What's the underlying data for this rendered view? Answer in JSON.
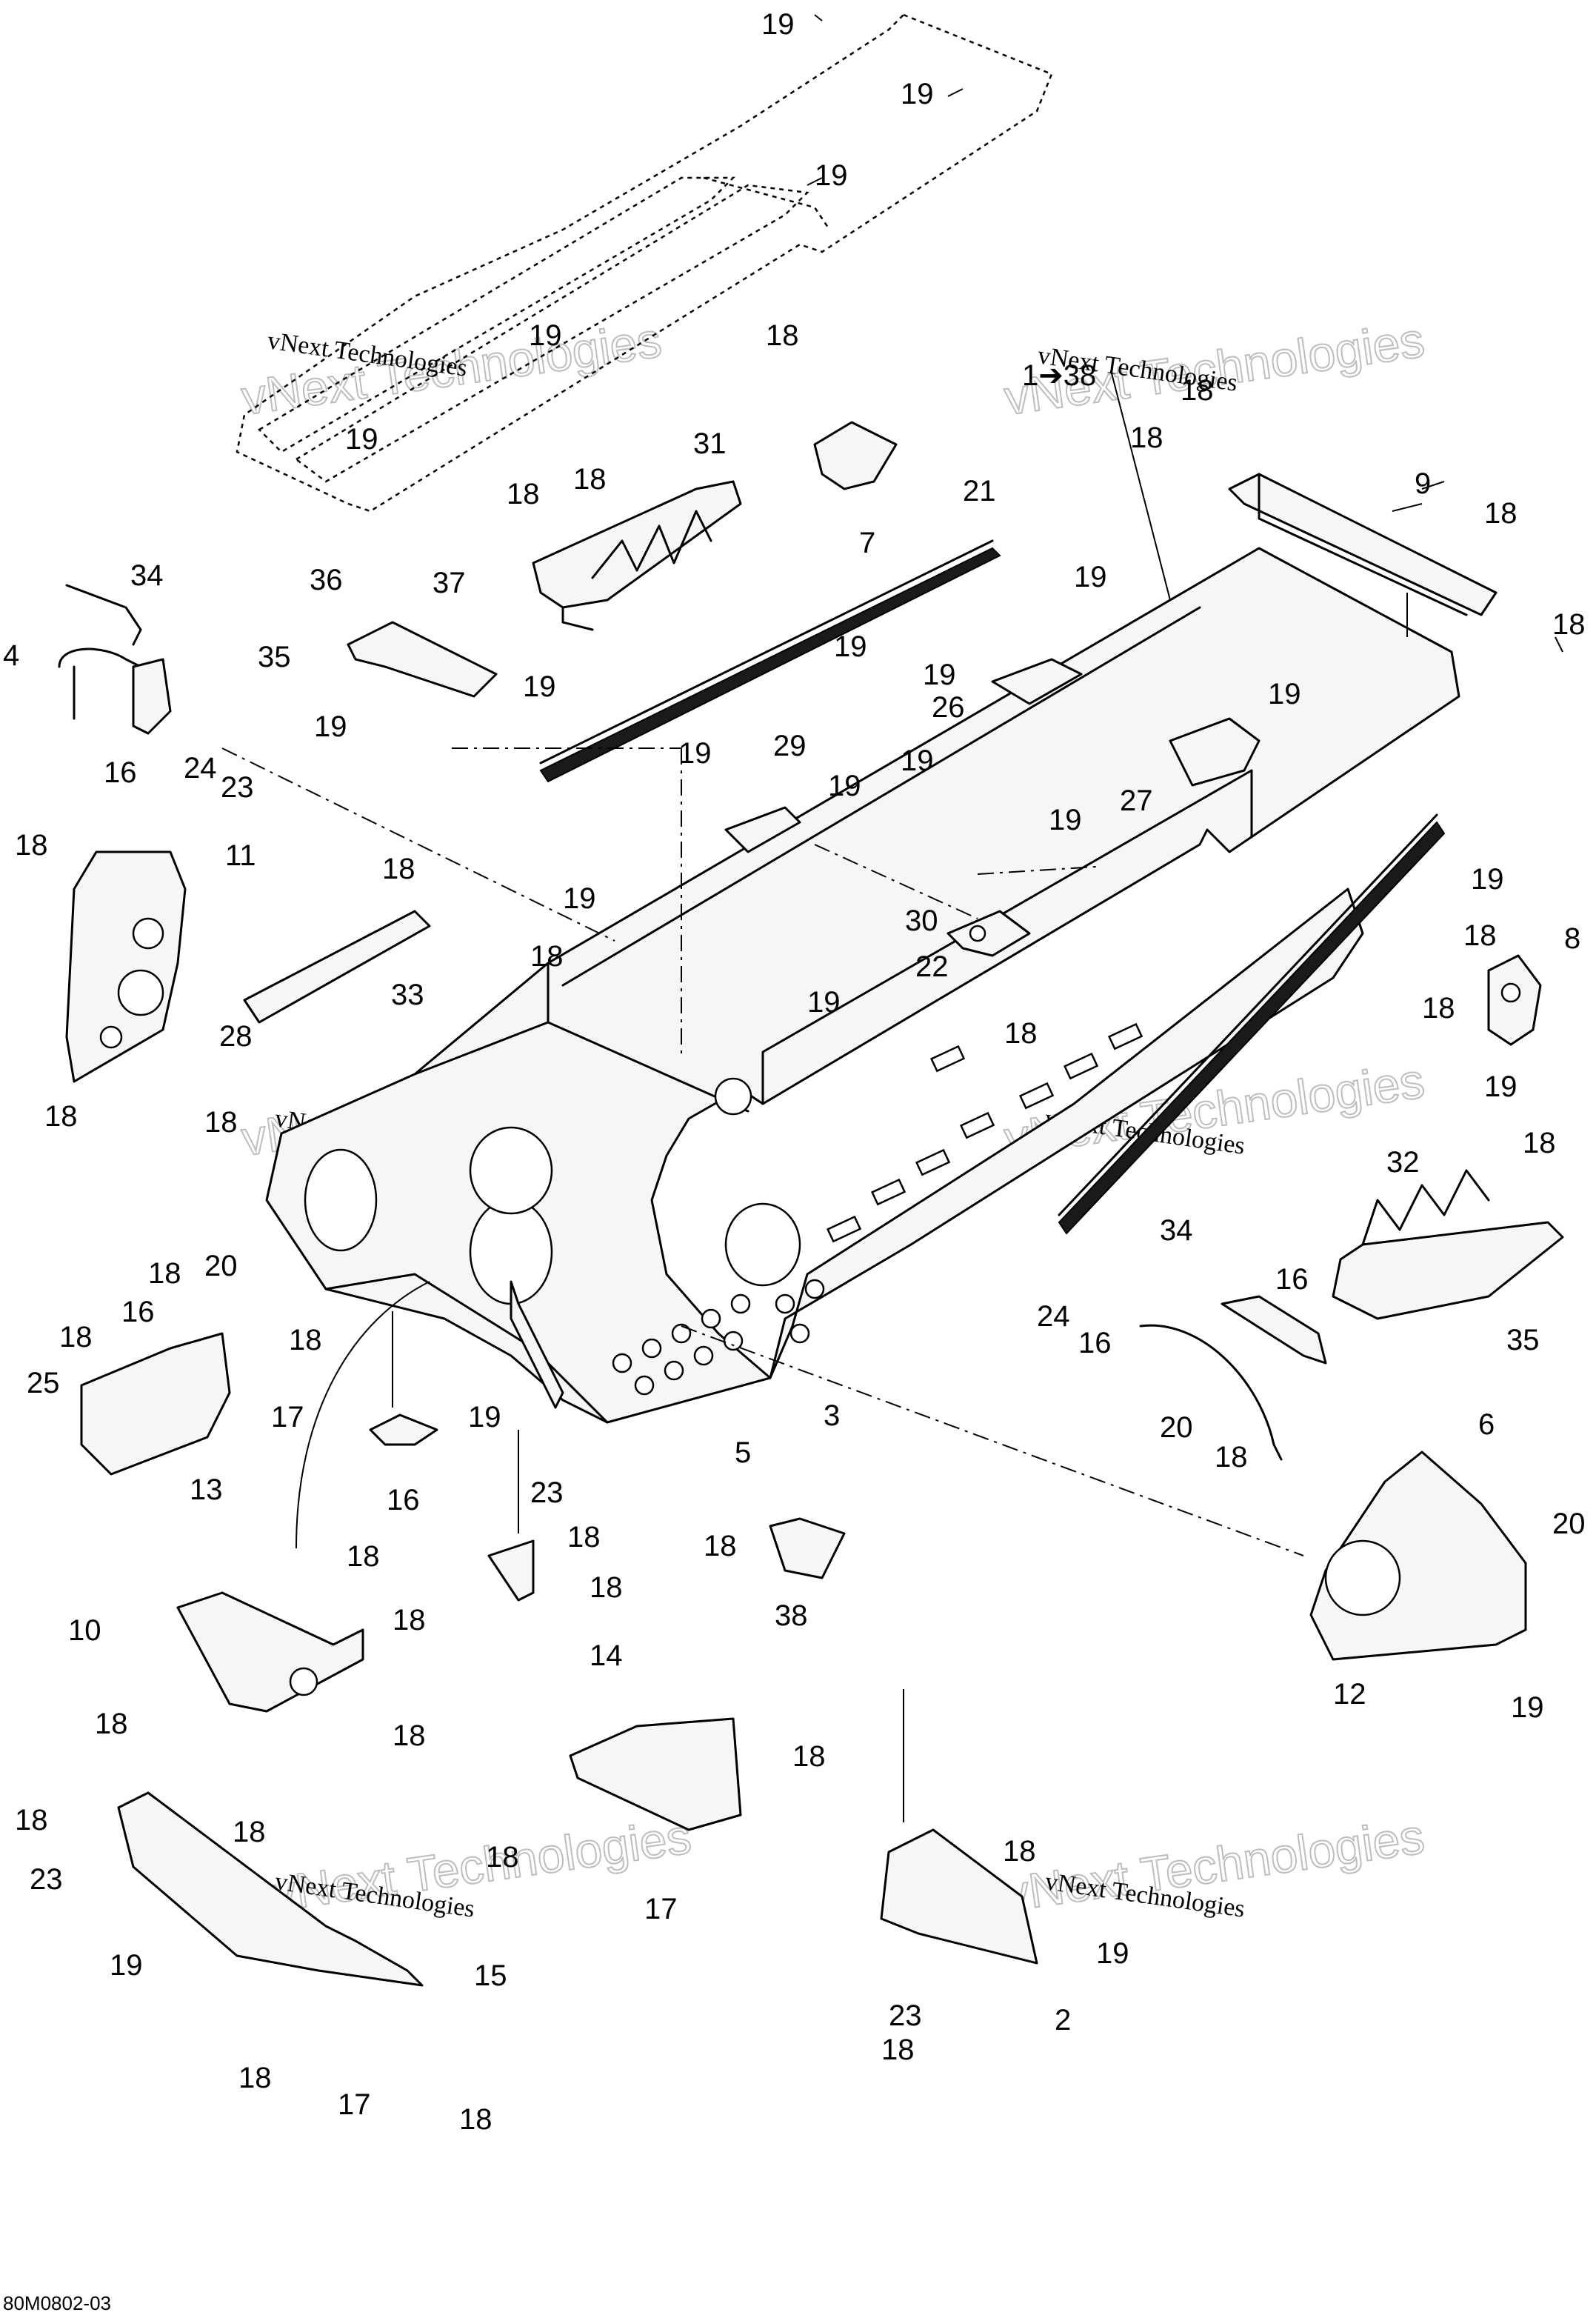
{
  "watermark": {
    "small": "vNext Technologies",
    "big": "vNext Technologies"
  },
  "drawing_code": "80M0802-03",
  "callouts": [
    {
      "id": "c-19-a",
      "label": "19"
    },
    {
      "id": "c-19-b",
      "label": "19"
    },
    {
      "id": "c-19-c",
      "label": "19"
    },
    {
      "id": "c-19-d",
      "label": "19"
    },
    {
      "id": "c-19-e",
      "label": "19"
    },
    {
      "id": "c-18-a",
      "label": "18"
    },
    {
      "id": "c-18-b",
      "label": "18"
    },
    {
      "id": "c-18-c",
      "label": "18"
    },
    {
      "id": "c-7",
      "label": "7"
    },
    {
      "id": "c-31",
      "label": "31"
    },
    {
      "id": "c-1-38",
      "label": "1➔38"
    },
    {
      "id": "c-18-d",
      "label": "18"
    },
    {
      "id": "c-18-e",
      "label": "18"
    },
    {
      "id": "c-9",
      "label": "9"
    },
    {
      "id": "c-18-f",
      "label": "18"
    },
    {
      "id": "c-18-g",
      "label": "18"
    },
    {
      "id": "c-34-a",
      "label": "34"
    },
    {
      "id": "c-4",
      "label": "4"
    },
    {
      "id": "c-35-a",
      "label": "35"
    },
    {
      "id": "c-16-a",
      "label": "16"
    },
    {
      "id": "c-24-a",
      "label": "24"
    },
    {
      "id": "c-23-a",
      "label": "23"
    },
    {
      "id": "c-36",
      "label": "36"
    },
    {
      "id": "c-37",
      "label": "37"
    },
    {
      "id": "c-19-f",
      "label": "19"
    },
    {
      "id": "c-19-g",
      "label": "19"
    },
    {
      "id": "c-21",
      "label": "21"
    },
    {
      "id": "c-19-h",
      "label": "19"
    },
    {
      "id": "c-19-i",
      "label": "19"
    },
    {
      "id": "c-19-j",
      "label": "19"
    },
    {
      "id": "c-26",
      "label": "26"
    },
    {
      "id": "c-19-k",
      "label": "19"
    },
    {
      "id": "c-29",
      "label": "29"
    },
    {
      "id": "c-19-l",
      "label": "19"
    },
    {
      "id": "c-19-m",
      "label": "19"
    },
    {
      "id": "c-19-n",
      "label": "19"
    },
    {
      "id": "c-27",
      "label": "27"
    },
    {
      "id": "c-19-o",
      "label": "19"
    },
    {
      "id": "c-18-h",
      "label": "18"
    },
    {
      "id": "c-11",
      "label": "11"
    },
    {
      "id": "c-18-i",
      "label": "18"
    },
    {
      "id": "c-19-p",
      "label": "19"
    },
    {
      "id": "c-18-j",
      "label": "18"
    },
    {
      "id": "c-18-k",
      "label": "18"
    },
    {
      "id": "c-33",
      "label": "33"
    },
    {
      "id": "c-28",
      "label": "28"
    },
    {
      "id": "c-30",
      "label": "30"
    },
    {
      "id": "c-22",
      "label": "22"
    },
    {
      "id": "c-19-q",
      "label": "19"
    },
    {
      "id": "c-18-l",
      "label": "18"
    },
    {
      "id": "c-8",
      "label": "8"
    },
    {
      "id": "c-18-m",
      "label": "18"
    },
    {
      "id": "c-19-r",
      "label": "19"
    },
    {
      "id": "c-19-s",
      "label": "19"
    },
    {
      "id": "c-18-n",
      "label": "18"
    },
    {
      "id": "c-18-o",
      "label": "18"
    },
    {
      "id": "c-32",
      "label": "32"
    },
    {
      "id": "c-18-p",
      "label": "18"
    },
    {
      "id": "c-35-b",
      "label": "35"
    },
    {
      "id": "c-34-b",
      "label": "34"
    },
    {
      "id": "c-16-b",
      "label": "16"
    },
    {
      "id": "c-20-a",
      "label": "20"
    },
    {
      "id": "c-20-b",
      "label": "20"
    },
    {
      "id": "c-16-c",
      "label": "16"
    },
    {
      "id": "c-18-q",
      "label": "18"
    },
    {
      "id": "c-18-r",
      "label": "18"
    },
    {
      "id": "c-3",
      "label": "3"
    },
    {
      "id": "c-25",
      "label": "25"
    },
    {
      "id": "c-17-a",
      "label": "17"
    },
    {
      "id": "c-13",
      "label": "13"
    },
    {
      "id": "c-19-t",
      "label": "19"
    },
    {
      "id": "c-16-d",
      "label": "16"
    },
    {
      "id": "c-18-s",
      "label": "18"
    },
    {
      "id": "c-23-b",
      "label": "23"
    },
    {
      "id": "c-24-b",
      "label": "24"
    },
    {
      "id": "c-16-e",
      "label": "16"
    },
    {
      "id": "c-5",
      "label": "5"
    },
    {
      "id": "c-18-t",
      "label": "18"
    },
    {
      "id": "c-6",
      "label": "6"
    },
    {
      "id": "c-18-u",
      "label": "18"
    },
    {
      "id": "c-38",
      "label": "38"
    },
    {
      "id": "c-18-v",
      "label": "18"
    },
    {
      "id": "c-18-w",
      "label": "18"
    },
    {
      "id": "c-12",
      "label": "12"
    },
    {
      "id": "c-20-c",
      "label": "20"
    },
    {
      "id": "c-18-x",
      "label": "18"
    },
    {
      "id": "c-10",
      "label": "10"
    },
    {
      "id": "c-18-y",
      "label": "18"
    },
    {
      "id": "c-18-z",
      "label": "18"
    },
    {
      "id": "c-18-aa",
      "label": "18"
    },
    {
      "id": "c-19-u",
      "label": "19"
    },
    {
      "id": "c-14",
      "label": "14"
    },
    {
      "id": "c-18-ab",
      "label": "18"
    },
    {
      "id": "c-18-ac",
      "label": "18"
    },
    {
      "id": "c-17-b",
      "label": "17"
    },
    {
      "id": "c-18-ad",
      "label": "18"
    },
    {
      "id": "c-23-c",
      "label": "23"
    },
    {
      "id": "c-18-ae",
      "label": "18"
    },
    {
      "id": "c-19-v",
      "label": "19"
    },
    {
      "id": "c-18-af",
      "label": "18"
    },
    {
      "id": "c-2",
      "label": "2"
    },
    {
      "id": "c-15",
      "label": "15"
    },
    {
      "id": "c-19-w",
      "label": "19"
    },
    {
      "id": "c-18-ag",
      "label": "18"
    },
    {
      "id": "c-17-c",
      "label": "17"
    },
    {
      "id": "c-18-ah",
      "label": "18"
    },
    {
      "id": "c-18-ai",
      "label": "18"
    },
    {
      "id": "c-23-d",
      "label": "23"
    }
  ]
}
